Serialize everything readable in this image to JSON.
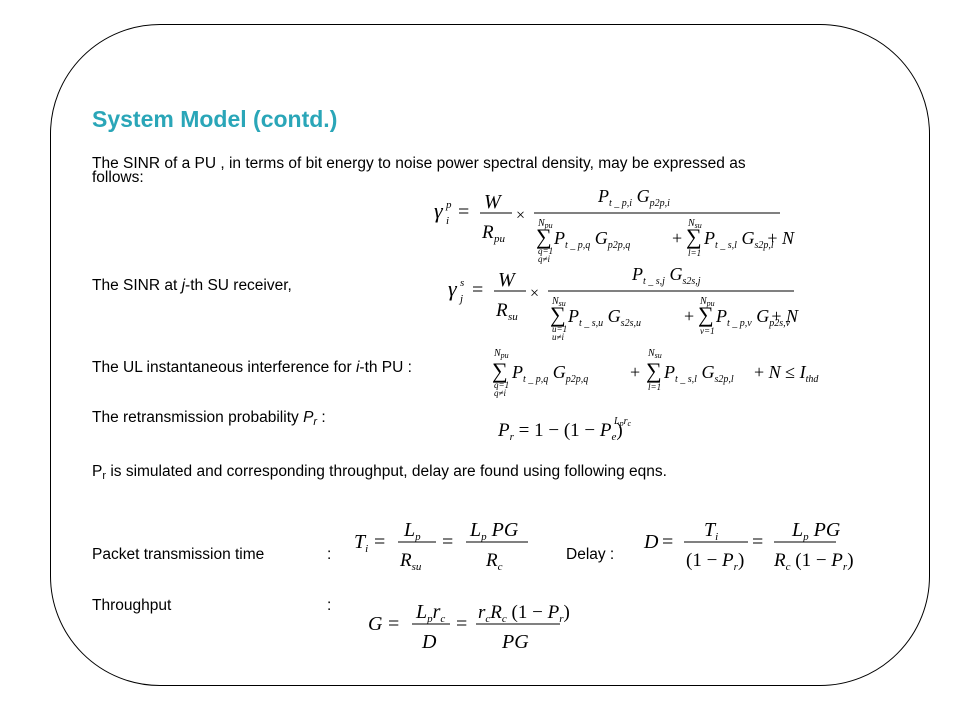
{
  "slide": {
    "title": "System Model (contd.)",
    "intro_line1": "The SINR of a PU , in terms of bit energy to noise power spectral density, may be expressed as",
    "intro_line2": "follows:",
    "su_sinr_label": "The SINR at j-th SU receiver,",
    "ul_interference_label": "The UL instantaneous interference for i-th PU :",
    "retrans_label": "The retransmission probability",
    "retrans_symbol": "P",
    "retrans_sub": "r",
    "retrans_colon": " :",
    "pr_symbol": "P",
    "pr_sub": "r",
    "pr_rest": " is simulated and corresponding throughput, delay are found using following eqns.",
    "packet_time_label": "Packet transmission time",
    "packet_time_colon": ":",
    "delay_label": "Delay :",
    "throughput_label": "Throughput",
    "throughput_colon": ":"
  }
}
